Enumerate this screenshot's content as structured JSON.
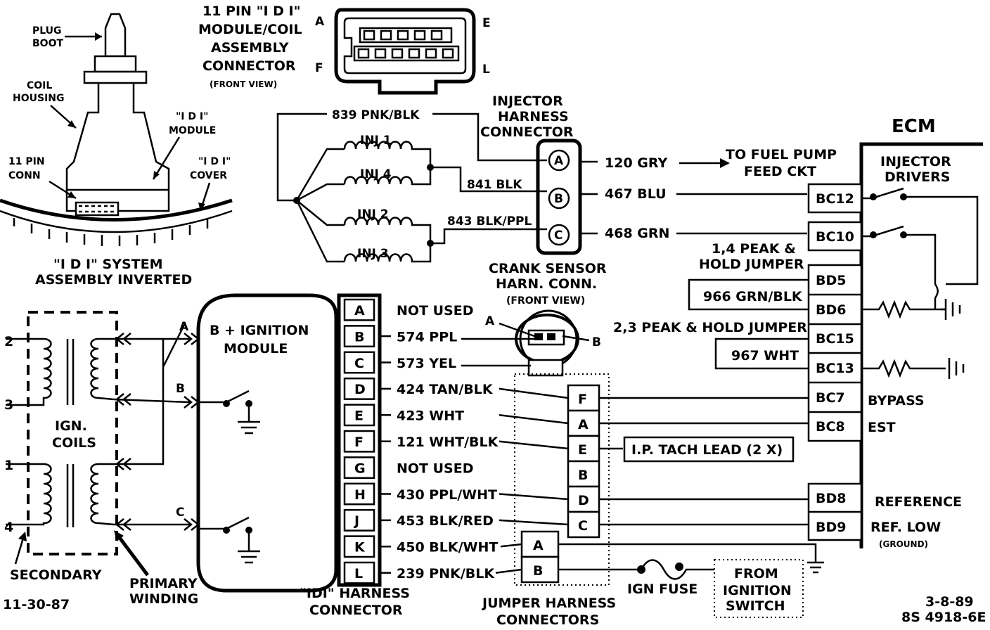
{
  "coil_assembly": {
    "plug_boot": [
      "PLUG",
      "BOOT"
    ],
    "coil_housing": [
      "COIL",
      "HOUSING"
    ],
    "idi_module": [
      "\"I D I\"",
      "MODULE"
    ],
    "pin11_conn": [
      "11 PIN",
      "CONN"
    ],
    "idi_cover": [
      "\"I D I\"",
      "COVER"
    ],
    "caption": [
      "\"I D I\" SYSTEM",
      "ASSEMBLY INVERTED"
    ]
  },
  "connector11": {
    "title": [
      "11 PIN \"I D I\"",
      "MODULE/COIL",
      "ASSEMBLY",
      "CONNECTOR"
    ],
    "view": "(FRONT VIEW)",
    "pins": {
      "a": "A",
      "e": "E",
      "f": "F",
      "l": "L"
    }
  },
  "injectors": {
    "wire_839": "839 PNK/BLK",
    "inj1": "INJ 1",
    "inj4": "INJ 4",
    "inj2": "INJ 2",
    "inj3": "INJ 3",
    "wire_841": "841 BLK",
    "wire_843": "843 BLK/PPL",
    "harness_title": [
      "INJECTOR",
      "HARNESS",
      "CONNECTOR"
    ],
    "pins": [
      "A",
      "B",
      "C"
    ]
  },
  "middle_wires": {
    "w120": "120 GRY",
    "w467": "467 BLU",
    "w468": "468 GRN",
    "fuel_pump": [
      "TO FUEL PUMP",
      "FEED CKT"
    ]
  },
  "crank_sensor": {
    "title": [
      "CRANK SENSOR",
      "HARN. CONN."
    ],
    "view": "(FRONT VIEW)",
    "pin_a": "A",
    "pin_b": "B"
  },
  "ecm": {
    "title": "ECM",
    "injector_drivers": [
      "INJECTOR",
      "DRIVERS"
    ],
    "peak14": [
      "1,4 PEAK &",
      "HOLD JUMPER"
    ],
    "peak23": "2,3 PEAK & HOLD JUMPER",
    "w966": "966 GRN/BLK",
    "w967": "967 WHT",
    "pins": [
      "BC12",
      "BC10",
      "BD5",
      "BD6",
      "BC15",
      "BC13",
      "BC7",
      "BC8"
    ],
    "pins_low": [
      "BD8",
      "BD9"
    ],
    "bypass": "BYPASS",
    "est": "EST",
    "reference": "REFERENCE",
    "ref_low": "REF.  LOW",
    "ground": "(GROUND)"
  },
  "ignition": {
    "coil_nums": [
      "2",
      "3",
      "1",
      "4"
    ],
    "coils_label": [
      "IGN.",
      "COILS"
    ],
    "secondary": "SECONDARY",
    "primary": [
      "PRIMARY",
      "WINDING"
    ],
    "module_title": [
      "B + IGNITION",
      "MODULE"
    ],
    "junctions": [
      "A",
      "B",
      "C"
    ],
    "date_left": "11-30-87"
  },
  "idi_harness": {
    "pins": [
      "A",
      "B",
      "C",
      "D",
      "E",
      "F",
      "G",
      "H",
      "J",
      "K",
      "L"
    ],
    "wires": [
      "NOT USED",
      "574 PPL",
      "573 YEL",
      "424 TAN/BLK",
      "423 WHT",
      "121 WHT/BLK",
      "NOT USED",
      "430 PPL/WHT",
      "453 BLK/RED",
      "450 BLK/WHT",
      "239  PNK/BLK"
    ],
    "title": [
      "\"IDI\" HARNESS",
      "CONNECTOR"
    ]
  },
  "jumper": {
    "pins_upper": [
      "F",
      "A",
      "E",
      "B",
      "D",
      "C"
    ],
    "pins_lower": [
      "A",
      "B"
    ],
    "tach_lead": "I.P. TACH LEAD  (2 X)",
    "title": [
      "JUMPER HARNESS",
      "CONNECTORS"
    ],
    "ign_fuse": "IGN FUSE",
    "from_switch": [
      "FROM",
      "IGNITION",
      "SWITCH"
    ]
  },
  "footer": {
    "date": "3-8-89",
    "code": "8S 4918-6E"
  }
}
